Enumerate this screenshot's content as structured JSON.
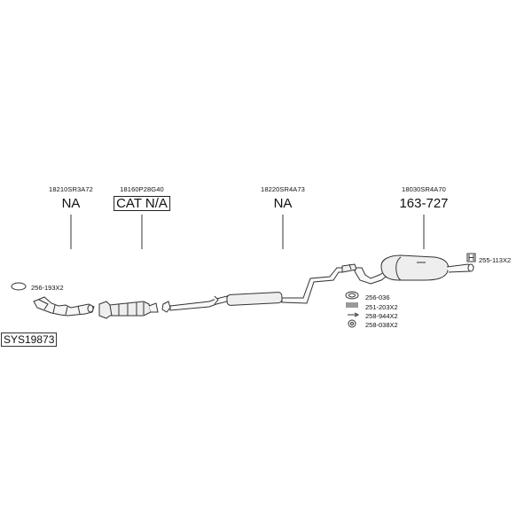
{
  "system_code": "SYS19873",
  "parts": [
    {
      "oem": "18210SR3A72",
      "ref": "NA"
    },
    {
      "oem": "18160P28G40",
      "ref": "CAT N/A"
    },
    {
      "oem": "18220SR4A73",
      "ref": "NA"
    },
    {
      "oem": "18030SR4A70",
      "ref": "163-727"
    }
  ],
  "fittings": {
    "front_gasket": "256-193X2",
    "rear_hanger": "255-113X2",
    "rear_set": [
      "256-036",
      "251-203X2",
      "258-944X2",
      "258-038X2"
    ]
  }
}
